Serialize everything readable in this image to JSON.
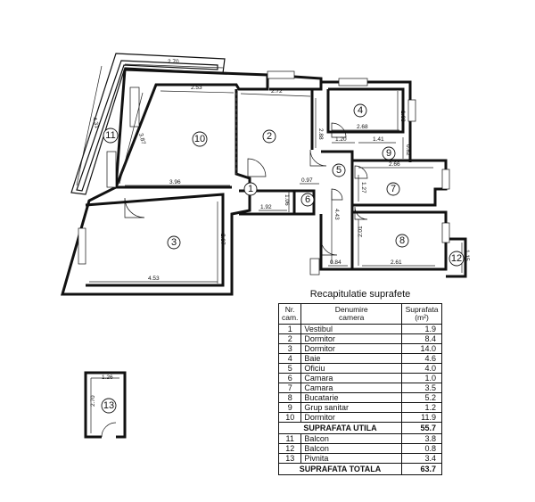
{
  "dimensions": {
    "d_270_top": "2.70",
    "d_253": "2.53",
    "d_272": "2.72",
    "d_268": "2.68",
    "d_168": "1.68",
    "d_120": "1.20",
    "d_141": "1.41",
    "d_082": "0.82",
    "d_266": "2.66",
    "d_127": "1.27",
    "d_396": "3.96",
    "d_097": "0.97",
    "d_106": "1.06",
    "d_192": "1.92",
    "d_443": "4.43",
    "d_297": "2.97",
    "d_453": "4.53",
    "d_387": "3.87",
    "d_431": "4.31",
    "d_288": "2.88",
    "d_201": "2.01",
    "d_261": "2.61",
    "d_084": "0.84",
    "d_115": "1.15",
    "d_126": "1.26",
    "d_270_box": "2.70"
  },
  "rooms": [
    "1",
    "2",
    "3",
    "4",
    "5",
    "6",
    "7",
    "8",
    "9",
    "10",
    "11",
    "12",
    "13"
  ],
  "recap": {
    "title": "Recapitulatie suprafete",
    "headers": {
      "nr": "Nr.\ncam.",
      "name": "Denumire\ncamera",
      "area": "Suprafata\n(m²)"
    },
    "rows": [
      {
        "nr": "1",
        "name": "Vestibul",
        "area": "1.9"
      },
      {
        "nr": "2",
        "name": "Dormitor",
        "area": "8.4"
      },
      {
        "nr": "3",
        "name": "Dormitor",
        "area": "14.0"
      },
      {
        "nr": "4",
        "name": "Baie",
        "area": "4.6"
      },
      {
        "nr": "5",
        "name": "Oficiu",
        "area": "4.0"
      },
      {
        "nr": "6",
        "name": "Camara",
        "area": "1.0"
      },
      {
        "nr": "7",
        "name": "Camara",
        "area": "3.5"
      },
      {
        "nr": "8",
        "name": "Bucatarie",
        "area": "5.2"
      },
      {
        "nr": "9",
        "name": "Grup sanitar",
        "area": "1.2"
      },
      {
        "nr": "10",
        "name": "Dormitor",
        "area": "11.9"
      }
    ],
    "subtotal": {
      "label": "SUPRAFATA UTILA",
      "area": "55.7"
    },
    "rows2": [
      {
        "nr": "11",
        "name": "Balcon",
        "area": "3.8"
      },
      {
        "nr": "12",
        "name": "Balcon",
        "area": "0.8"
      },
      {
        "nr": "13",
        "name": "Pivnita",
        "area": "3.4"
      }
    ],
    "total": {
      "label": "SUPRAFATA TOTALA",
      "area": "63.7"
    }
  }
}
